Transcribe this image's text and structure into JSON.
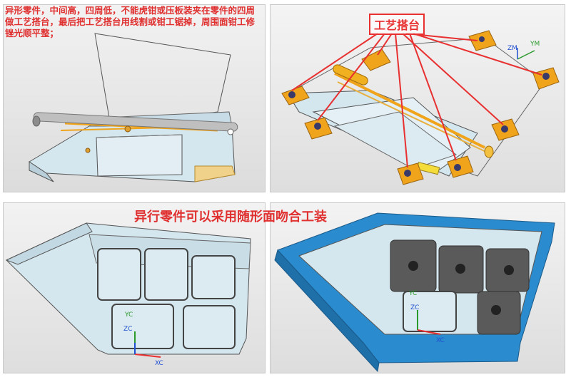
{
  "panel1": {
    "note": "异形零件，中间高，四周低，不能虎钳或压板装夹在零件的四周做工艺搭台，最后把工艺搭台用线割或钳工锯掉，周围面钳工修锉光顺平整；"
  },
  "panel2": {
    "callout": "工艺搭台",
    "axis_y": "YM",
    "axis_z": "ZM"
  },
  "bottom": {
    "title": "异行零件可以采用随形面吻合工装"
  },
  "panel3": {
    "axis_y": "YC",
    "axis_z": "ZC",
    "axis_x": "XC"
  },
  "panel4": {
    "axis_y": "YC",
    "axis_z": "ZC",
    "axis_x": "XC"
  },
  "colors": {
    "red": "#e83030",
    "tab": "#f0a41c",
    "fixture": "#2a8ccf",
    "part": "#d4e6ee"
  }
}
